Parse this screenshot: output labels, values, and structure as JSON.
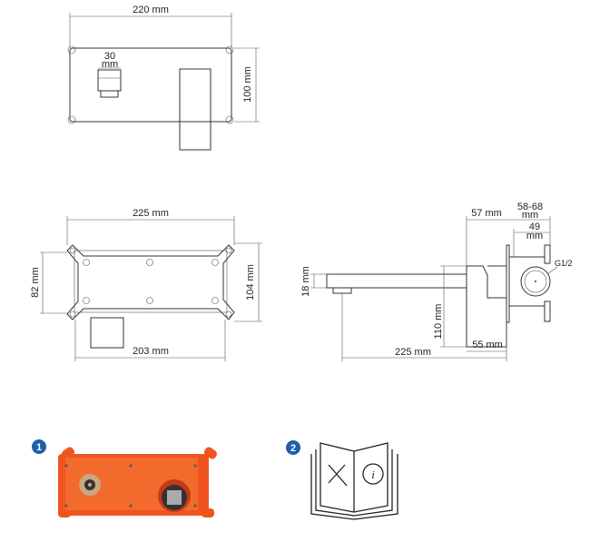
{
  "top_view": {
    "width_label": "220 mm",
    "knob_label_top": "30",
    "knob_label_bottom": "mm",
    "height_label": "100 mm"
  },
  "front_view": {
    "width_label": "225 mm",
    "left_height_label": "82 mm",
    "right_height_label": "104 mm",
    "bottom_width_label": "203 mm"
  },
  "side_view": {
    "depth_57": "57 mm",
    "range_top": "58-68",
    "range_bottom": "mm",
    "box_top": "49",
    "box_bottom": "mm",
    "thread": "G1/2",
    "spout_height": "18 mm",
    "height_110": "110 mm",
    "depth_55": "55 mm",
    "reach": "225 mm"
  },
  "items": [
    {
      "number": "1"
    },
    {
      "number": "2"
    }
  ],
  "colors": {
    "badge": "#1f5ea8",
    "box": "#f0541e",
    "line": "#333333"
  }
}
